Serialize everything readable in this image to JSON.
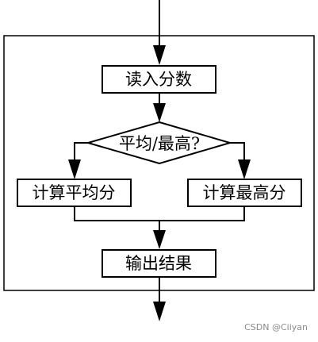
{
  "flowchart": {
    "start": "读入分数",
    "decision": "平均/最高?",
    "left_branch": "计算平均分",
    "right_branch": "计算最高分",
    "output": "输出结果"
  },
  "watermark": "CSDN @Ciiyan"
}
